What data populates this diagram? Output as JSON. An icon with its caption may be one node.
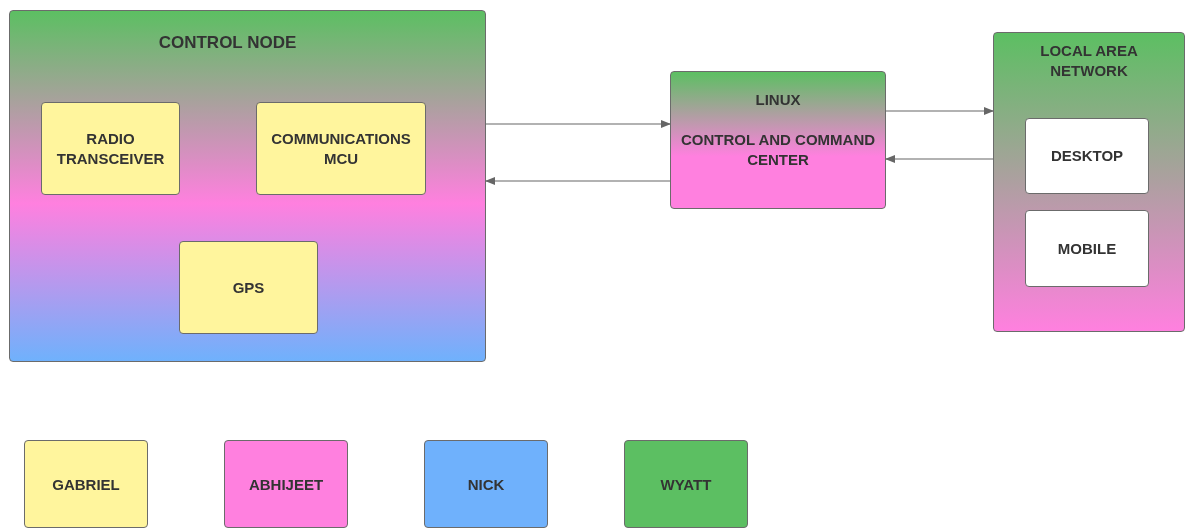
{
  "diagram": {
    "nodes": [
      {
        "text": [
          "CONTROL NODE"
        ]
      },
      {
        "text": [
          "RADIO TRANSCEIVER"
        ],
        "in": 0
      },
      {
        "text": [
          "COMMUNICATIONS MCU"
        ],
        "in": 0
      },
      {
        "text": [
          "GPS"
        ],
        "in": 0
      },
      {
        "text": [
          "LINUX",
          "CONTROL AND COMMAND CENTER"
        ]
      },
      {
        "text": [
          "LOCAL AREA NETWORK"
        ]
      },
      {
        "text": [
          "DESKTOP"
        ],
        "in": 5
      },
      {
        "text": [
          "MOBILE"
        ],
        "in": 5
      }
    ],
    "edges": [
      {
        "from": 0,
        "to": 4,
        "arrow": "to"
      },
      {
        "from": 4,
        "to": 0,
        "arrow": "to"
      },
      {
        "from": 4,
        "to": 5,
        "arrow": "to"
      },
      {
        "from": 5,
        "to": 4,
        "arrow": "to"
      }
    ],
    "legend": [
      {
        "text": "GABRIEL",
        "color": "#fff59d"
      },
      {
        "text": "ABHIJEET",
        "color": "#ff80df"
      },
      {
        "text": "NICK",
        "color": "#6fb1fc"
      },
      {
        "text": "WYATT",
        "color": "#5cbf62"
      }
    ]
  }
}
